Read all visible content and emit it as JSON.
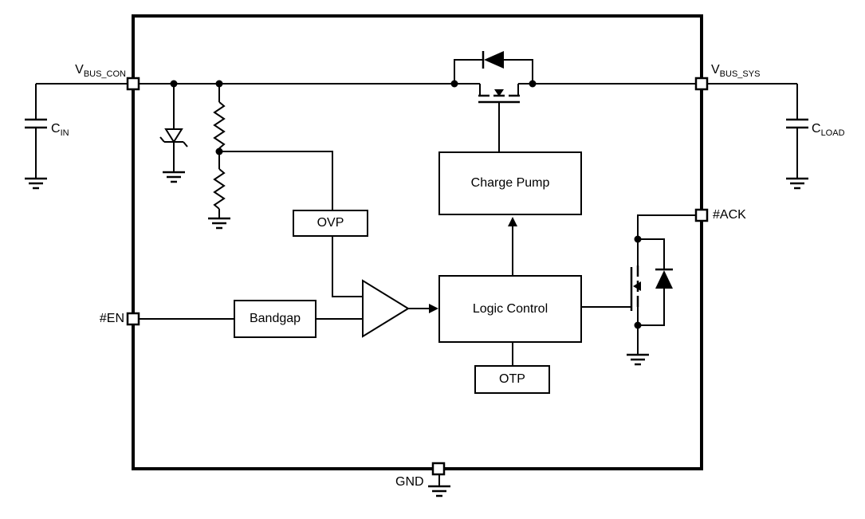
{
  "diagram": {
    "pins": {
      "vbus_con": {
        "main": "V",
        "sub": "BUS_CON"
      },
      "vbus_sys": {
        "main": "V",
        "sub": "BUS_SYS"
      },
      "ack": {
        "label": "#ACK"
      },
      "en": {
        "label": "#EN"
      },
      "gnd": {
        "label": "GND"
      }
    },
    "external_components": {
      "cin": {
        "main": "C",
        "sub": "IN"
      },
      "cload": {
        "main": "C",
        "sub": "LOAD"
      }
    },
    "blocks": {
      "ovp": {
        "label": "OVP"
      },
      "bandgap": {
        "label": "Bandgap"
      },
      "logic_control": {
        "label": "Logic Control"
      },
      "charge_pump": {
        "label": "Charge Pump"
      },
      "otp": {
        "label": "OTP"
      }
    },
    "colors": {
      "line": "#000000",
      "background": "#ffffff"
    }
  }
}
